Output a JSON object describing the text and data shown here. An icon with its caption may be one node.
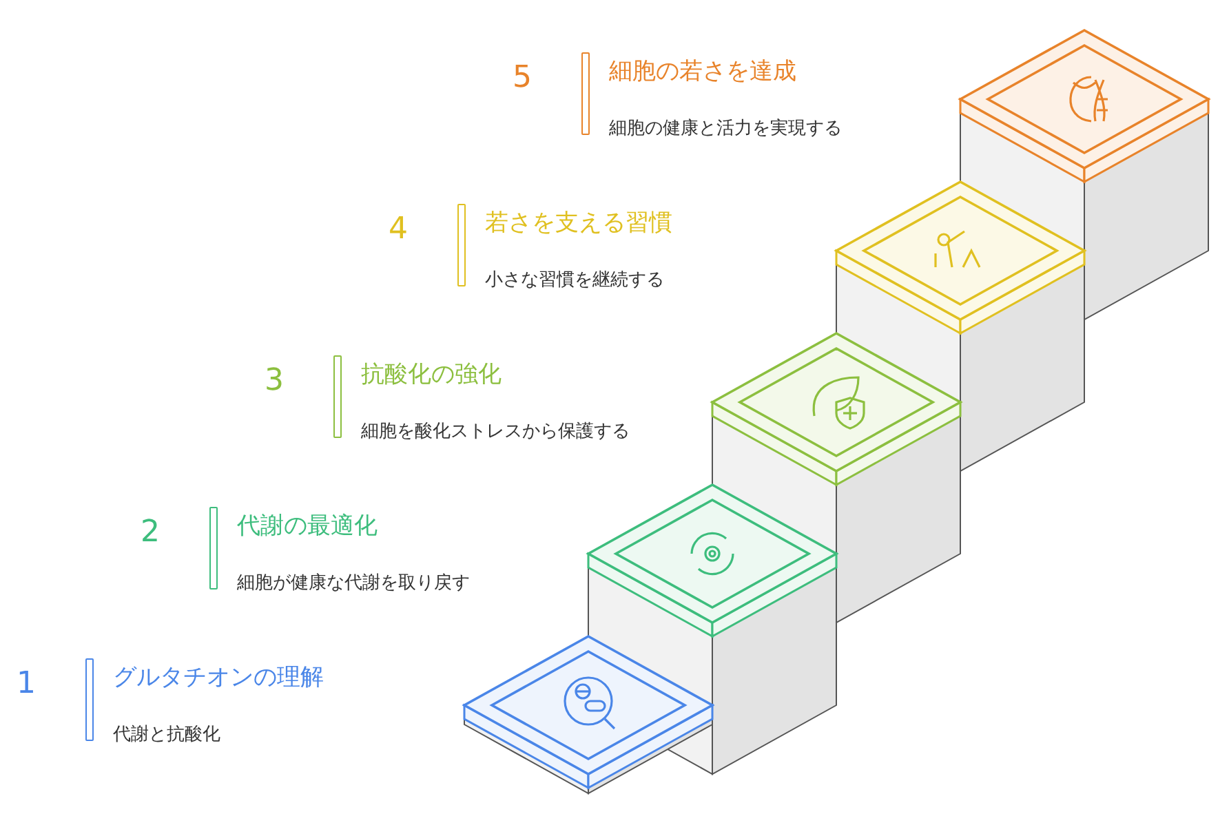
{
  "diagram": {
    "nodes": [
      {
        "text": [
          "グルタチオンの理解",
          "代謝と抗酸化"
        ],
        "beside": [
          "1"
        ]
      },
      {
        "text": [
          "代謝の最適化",
          "細胞が健康な代謝を取り戻す"
        ],
        "beside": [
          "2"
        ]
      },
      {
        "text": [
          "抗酸化の強化",
          "細胞を酸化ストレスから保護する"
        ],
        "beside": [
          "3"
        ]
      },
      {
        "text": [
          "若さを支える習慣",
          "小さな習慣を継続する"
        ],
        "beside": [
          "4"
        ]
      },
      {
        "text": [
          "細胞の若さを達成",
          "細胞の健康と活力を実現する"
        ],
        "beside": [
          "5"
        ]
      }
    ]
  }
}
